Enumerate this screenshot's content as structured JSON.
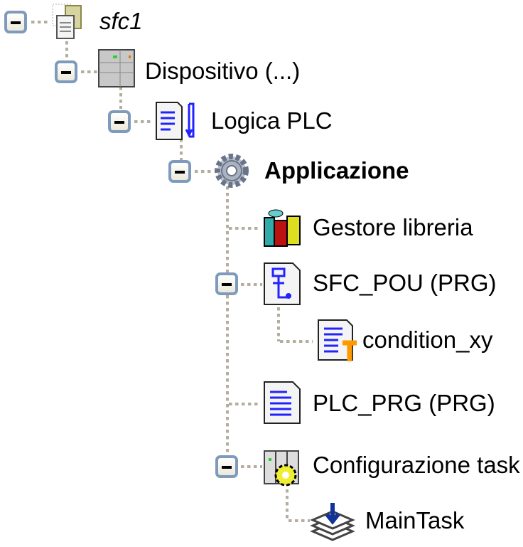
{
  "tree": [
    {
      "label": "sfc1",
      "icon": "project-icon",
      "expanded": true
    },
    {
      "label": "Dispositivo (...)",
      "icon": "device-icon",
      "expanded": true
    },
    {
      "label": "Logica PLC",
      "icon": "plc-logic-icon",
      "expanded": true
    },
    {
      "label": "Applicazione",
      "icon": "application-gear-icon",
      "expanded": true
    },
    {
      "label": "Gestore libreria",
      "icon": "library-books-icon"
    },
    {
      "label": "SFC_POU (PRG)",
      "icon": "sfc-pou-icon",
      "expanded": true
    },
    {
      "label": "condition_xy",
      "icon": "transition-icon"
    },
    {
      "label": "PLC_PRG (PRG)",
      "icon": "program-icon"
    },
    {
      "label": "Configurazione task",
      "icon": "task-config-icon",
      "expanded": true
    },
    {
      "label": "MainTask",
      "icon": "task-icon"
    }
  ]
}
